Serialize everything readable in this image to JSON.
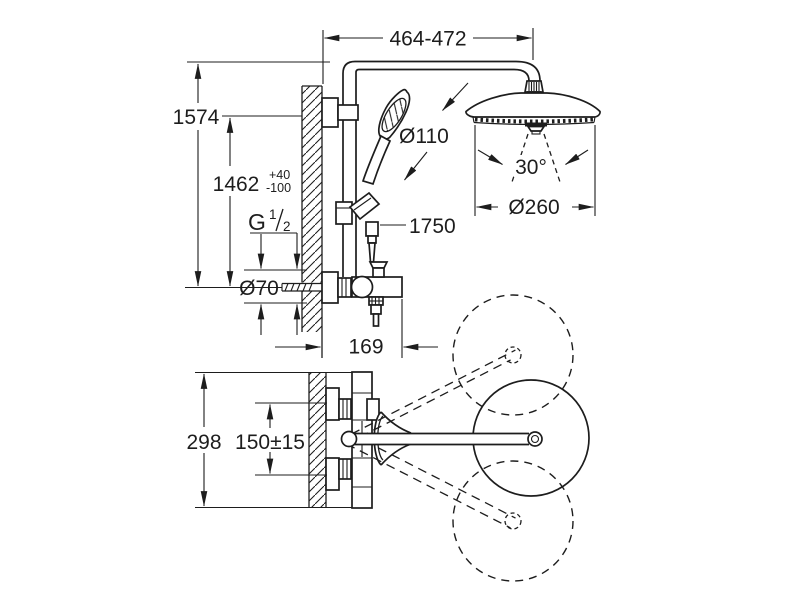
{
  "drawing": {
    "dimensions": {
      "arm_reach": "464-472",
      "total_height": "1574",
      "mount_height": "1462",
      "mount_tol_plus": "+40",
      "mount_tol_minus": "-100",
      "thread_g": "G",
      "thread_sup": "1",
      "thread_sub": "2",
      "hand_shower_dia": "Ø110",
      "hose_length": "1750",
      "escutcheon_dia": "Ø70",
      "projection": "169",
      "spray_angle": "30°",
      "head_shower_dia": "Ø260",
      "body_width": "298",
      "connection_distance": "150±15"
    },
    "colors": {
      "line": "#1d1d1d",
      "background": "#ffffff"
    }
  }
}
